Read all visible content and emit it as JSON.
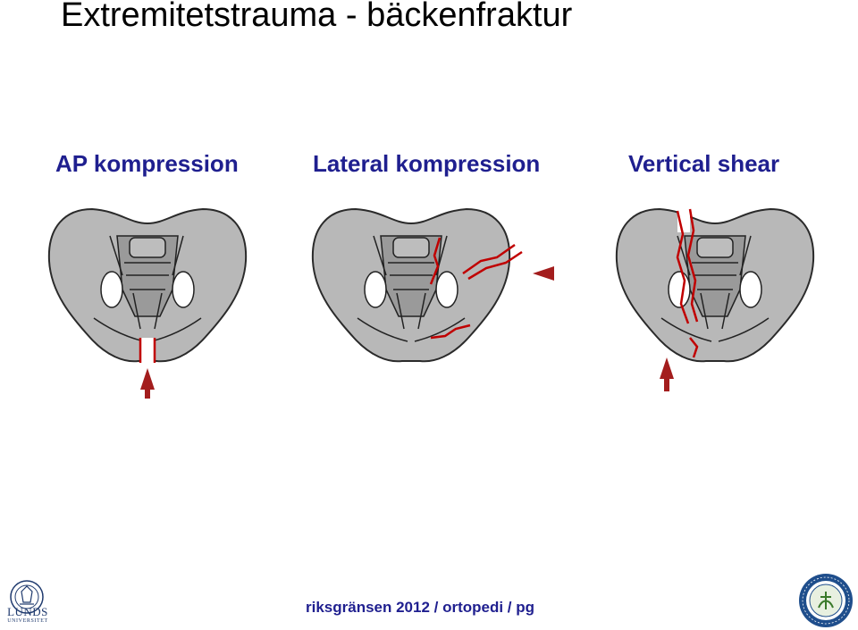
{
  "slide": {
    "title": "Extremitetstrauma - bäckenfraktur",
    "panels": [
      {
        "label": "AP kompression"
      },
      {
        "label": "Lateral kompression"
      },
      {
        "label": "Vertical shear"
      }
    ],
    "footer": "riksgränsen 2012 / ortopedi / pg",
    "logo_left": {
      "line1": "LUNDS",
      "line2": "UNIVERSITET"
    }
  },
  "colors": {
    "title": "#000000",
    "subtitle": "#1f1f8f",
    "bone": "#b8b8b8",
    "fracture": "#c00000",
    "arrow": "#a31d1d"
  },
  "icons": [
    "pelvis-diagram",
    "arrow-up-icon",
    "arrow-left-icon",
    "lund-university-seal",
    "isoc-seal"
  ]
}
